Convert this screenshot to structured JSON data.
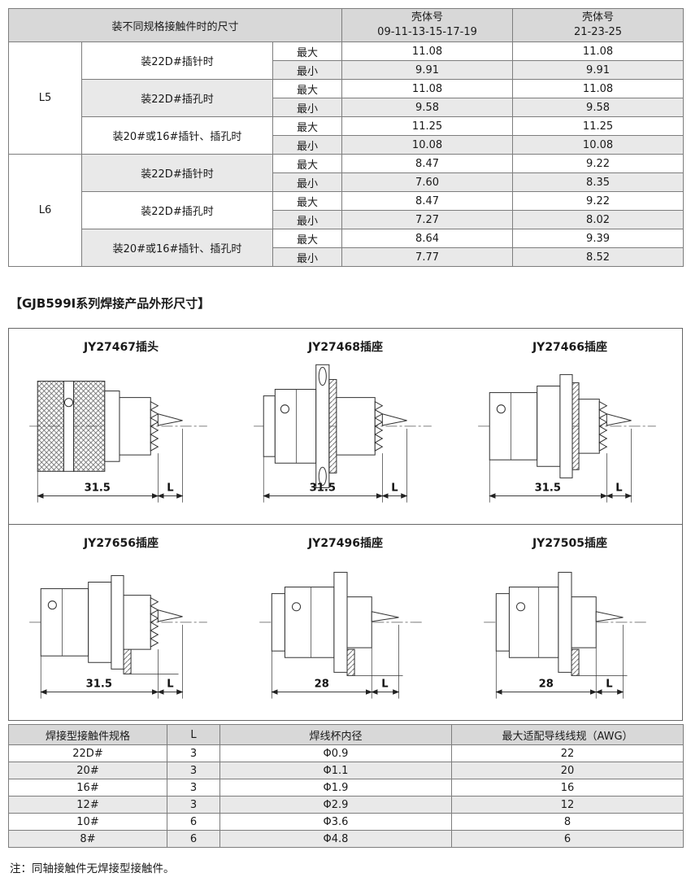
{
  "labels": {
    "max": "最大",
    "min": "最小"
  },
  "top_table": {
    "header_left": "装不同规格接触件时的尺寸",
    "shell_cols": [
      {
        "line1": "壳体号",
        "line2": "09-11-13-15-17-19"
      },
      {
        "line1": "壳体号",
        "line2": "21-23-25"
      }
    ],
    "groups": [
      {
        "series": "L5",
        "subs": [
          {
            "label": "装22D#插针时",
            "max": [
              "11.08",
              "11.08"
            ],
            "min": [
              "9.91",
              "9.91"
            ]
          },
          {
            "label": "装22D#插孔时",
            "max": [
              "11.08",
              "11.08"
            ],
            "min": [
              "9.58",
              "9.58"
            ]
          },
          {
            "label": "装20#或16#插针、插孔时",
            "max": [
              "11.25",
              "11.25"
            ],
            "min": [
              "10.08",
              "10.08"
            ]
          }
        ]
      },
      {
        "series": "L6",
        "subs": [
          {
            "label": "装22D#插针时",
            "max": [
              "8.47",
              "9.22"
            ],
            "min": [
              "7.60",
              "8.35"
            ]
          },
          {
            "label": "装22D#插孔时",
            "max": [
              "8.47",
              "9.22"
            ],
            "min": [
              "7.27",
              "8.02"
            ]
          },
          {
            "label": "装20#或16#插针、插孔时",
            "max": [
              "8.64",
              "9.39"
            ],
            "min": [
              "7.77",
              "8.52"
            ]
          }
        ]
      }
    ]
  },
  "section": {
    "title": "【GJB599Ⅰ系列焊接产品外形尺寸】"
  },
  "drawings": [
    {
      "title": "JY27467插头",
      "dim1": "31.5",
      "dim2": "L"
    },
    {
      "title": "JY27468插座",
      "dim1": "31.5",
      "dim2": "L"
    },
    {
      "title": "JY27466插座",
      "dim1": "31.5",
      "dim2": "L"
    },
    {
      "title": "JY27656插座",
      "dim1": "31.5",
      "dim2": "L"
    },
    {
      "title": "JY27496插座",
      "dim1": "28",
      "dim2": "L"
    },
    {
      "title": "JY27505插座",
      "dim1": "28",
      "dim2": "L"
    }
  ],
  "bottom_table": {
    "headers": [
      "焊接型接触件规格",
      "L",
      "焊线杯内径",
      "最大适配导线线规（AWG）"
    ],
    "rows": [
      [
        "22D#",
        "3",
        "Φ0.9",
        "22"
      ],
      [
        "20#",
        "3",
        "Φ1.1",
        "20"
      ],
      [
        "16#",
        "3",
        "Φ1.9",
        "16"
      ],
      [
        "12#",
        "3",
        "Φ2.9",
        "12"
      ],
      [
        "10#",
        "6",
        "Φ3.6",
        "8"
      ],
      [
        "8#",
        "6",
        "Φ4.8",
        "6"
      ]
    ]
  },
  "note": "注：同轴接触件无焊接型接触件。"
}
